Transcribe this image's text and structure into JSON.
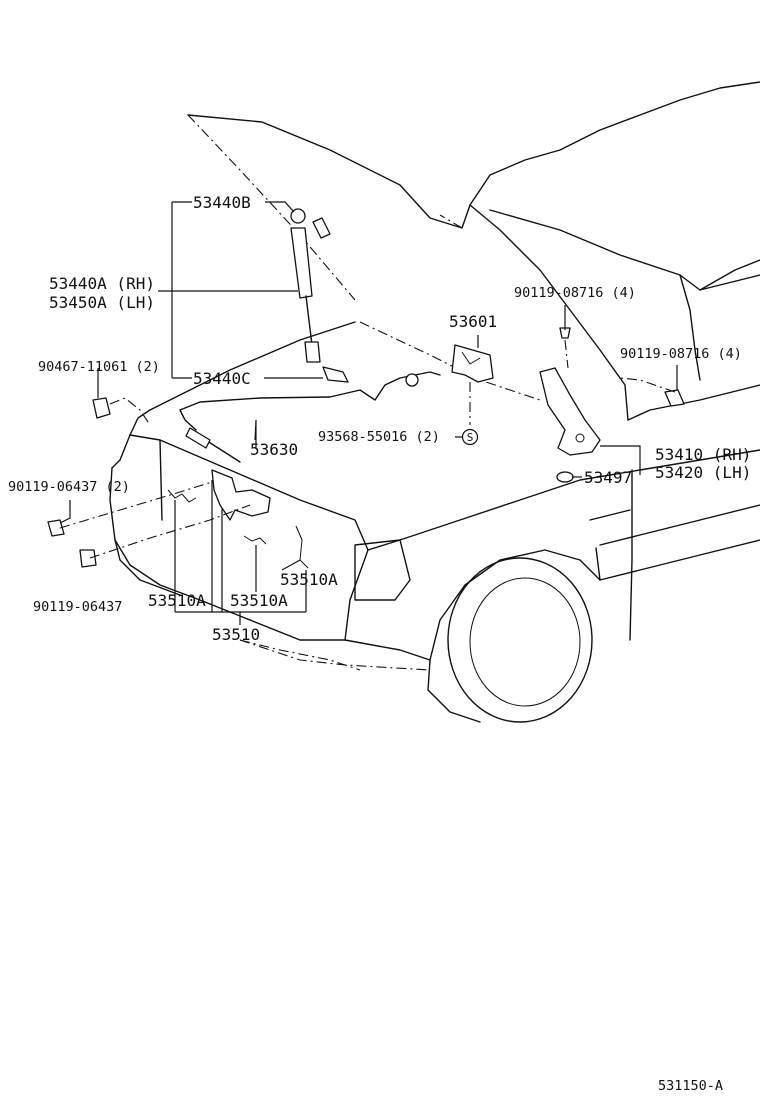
{
  "diagram": {
    "labels": {
      "strut_end_b": "53440B",
      "strut_rh": "53440A (RH)",
      "strut_lh": "53450A (LH)",
      "clip_90467": "90467-11061 (2)",
      "strut_end_c": "53440C",
      "release_cable": "53630",
      "lever_53601": "53601",
      "bolt_08716_top": "90119-08716 (4)",
      "bolt_08716_right": "90119-08716 (4)",
      "screw_93568": "93568-55016 (2)",
      "screw_symbol": "S",
      "hinge_rh": "53410 (RH)",
      "hinge_lh": "53420 (LH)",
      "cushion_53497": "53497",
      "bolt_06437_2": "90119-06437 (2)",
      "bolt_06437": "90119-06437",
      "spring_right": "53510A",
      "spring_left": "53510A",
      "spring_mid": "53510A",
      "lock_assy": "53510",
      "illustration_code": "531150-A"
    }
  }
}
